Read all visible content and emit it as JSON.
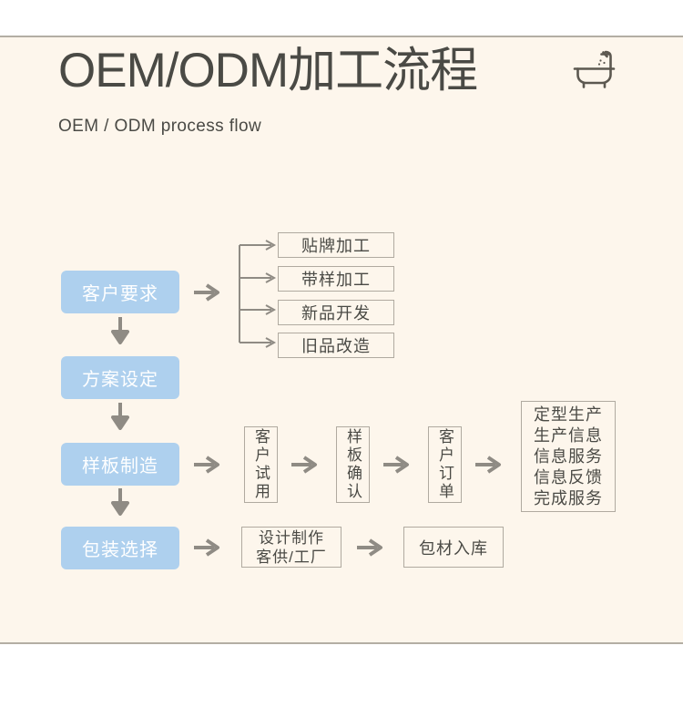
{
  "header": {
    "title": "OEM/ODM加工流程",
    "subtitle": "OEM / ODM process flow",
    "icon": "bathtub-shower-icon"
  },
  "colors": {
    "panel_background": "#fdf6ec",
    "page_background": "#ffffff",
    "panel_border": "#b3aea4",
    "stage_fill": "#aed0ee",
    "stage_text": "#ffffff",
    "box_border": "#b0aaa0",
    "text": "#4a4a45",
    "arrow": "#8f8b84"
  },
  "flow": {
    "stages": [
      {
        "label": "客户要求"
      },
      {
        "label": "方案设定"
      },
      {
        "label": "样板制造"
      },
      {
        "label": "包装选择"
      }
    ],
    "branch_from_stage": "客户要求",
    "branch_options": [
      {
        "label": "贴牌加工"
      },
      {
        "label": "带样加工"
      },
      {
        "label": "新品开发"
      },
      {
        "label": "旧品改造"
      }
    ],
    "sample_row_from_stage": "样板制造",
    "sample_row": [
      {
        "label": "客户试用",
        "orientation": "vertical"
      },
      {
        "label": "样板确认",
        "orientation": "vertical"
      },
      {
        "label": "客户订单",
        "orientation": "vertical"
      }
    ],
    "production_box": {
      "lines": [
        "定型生产",
        "生产信息",
        "信息服务",
        "信息反馈",
        "完成服务"
      ]
    },
    "packaging_row_from_stage": "包装选择",
    "packaging_row": [
      {
        "lines": [
          "设计制作",
          "客供/工厂"
        ]
      },
      {
        "lines": [
          "包材入库"
        ]
      }
    ]
  }
}
